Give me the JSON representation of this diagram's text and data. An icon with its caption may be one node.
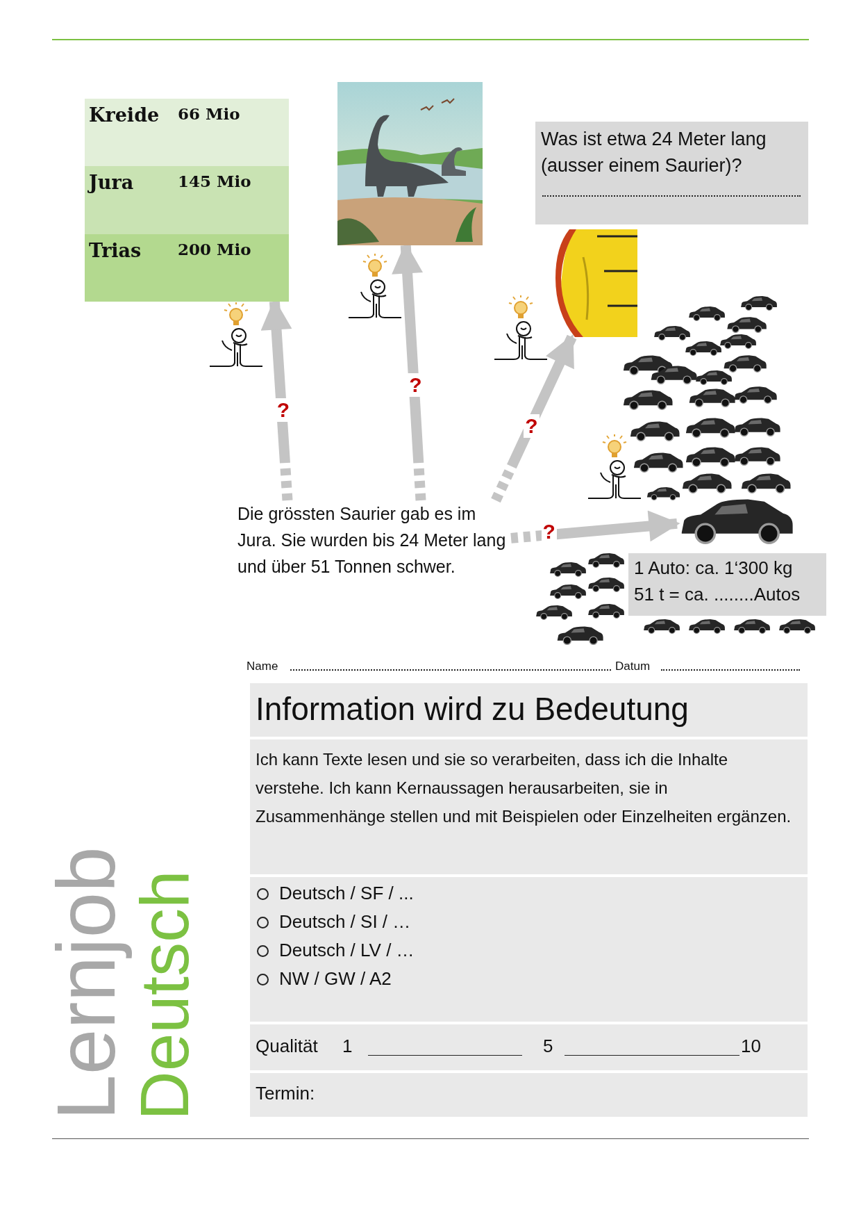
{
  "diagram": {
    "nodes": [
      {
        "text": [
          "Kreide",
          "66 Mio",
          "Jura",
          "145 Mio",
          "Trias",
          "200 Mio"
        ]
      },
      {
        "text": [],
        "shape": "picture"
      },
      {
        "text": [
          "Was ist etwa 24 Meter lang (ausser einem Saurier)?"
        ]
      },
      {
        "text": [],
        "shape": "picture"
      },
      {
        "text": [
          "Die grössten Saurier gab es im Jura. Sie wurden bis 24 Meter lang und über 51 Tonnen schwer."
        ]
      },
      {
        "text": [],
        "shape": "picture"
      },
      {
        "text": [
          "1 Auto: ca. 1‘300 kg",
          "51 t = ca. ........Autos"
        ]
      },
      {
        "text": [
          "Information wird zu Bedeutung"
        ]
      },
      {
        "text": [
          "Ich kann Texte lesen und sie so verarbeiten, dass ich die Inhalte verstehe. Ich kann Kernaussagen herausarbeiten, sie in Zusammenhänge stellen und mit Beispielen oder Einzelheiten ergänzen."
        ]
      },
      {
        "text": [
          "Deutsch / SF / ...",
          "Deutsch / SI / …",
          "Deutsch / LV / …",
          "NW / GW / A2"
        ]
      },
      {
        "text": [
          "Qualität",
          "1",
          "5",
          "10"
        ]
      },
      {
        "text": [
          "Termin:"
        ]
      }
    ],
    "edges": [
      {
        "from": 4,
        "to": 0,
        "arrow": "to",
        "label": "?"
      },
      {
        "from": 4,
        "to": 1,
        "arrow": "to",
        "label": "?"
      },
      {
        "from": 4,
        "to": 3,
        "arrow": "to",
        "label": "?"
      },
      {
        "from": 4,
        "to": 5,
        "arrow": "to",
        "label": "?"
      }
    ],
    "labels": [
      "Name",
      "Datum",
      "Lernjob",
      "Deutsch"
    ]
  }
}
